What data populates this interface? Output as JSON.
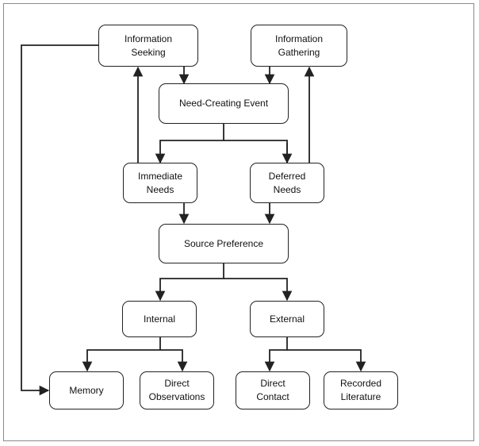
{
  "nodes": {
    "information_seeking": "Information\nSeeking",
    "information_gathering": "Information\nGathering",
    "need_creating_event": "Need-Creating Event",
    "immediate_needs": "Immediate\nNeeds",
    "deferred_needs": "Deferred\nNeeds",
    "source_preference": "Source Preference",
    "internal": "Internal",
    "external": "External",
    "memory": "Memory",
    "direct_observations": "Direct\nObservations",
    "direct_contact": "Direct\nContact",
    "recorded_literature": "Recorded\nLiterature"
  }
}
